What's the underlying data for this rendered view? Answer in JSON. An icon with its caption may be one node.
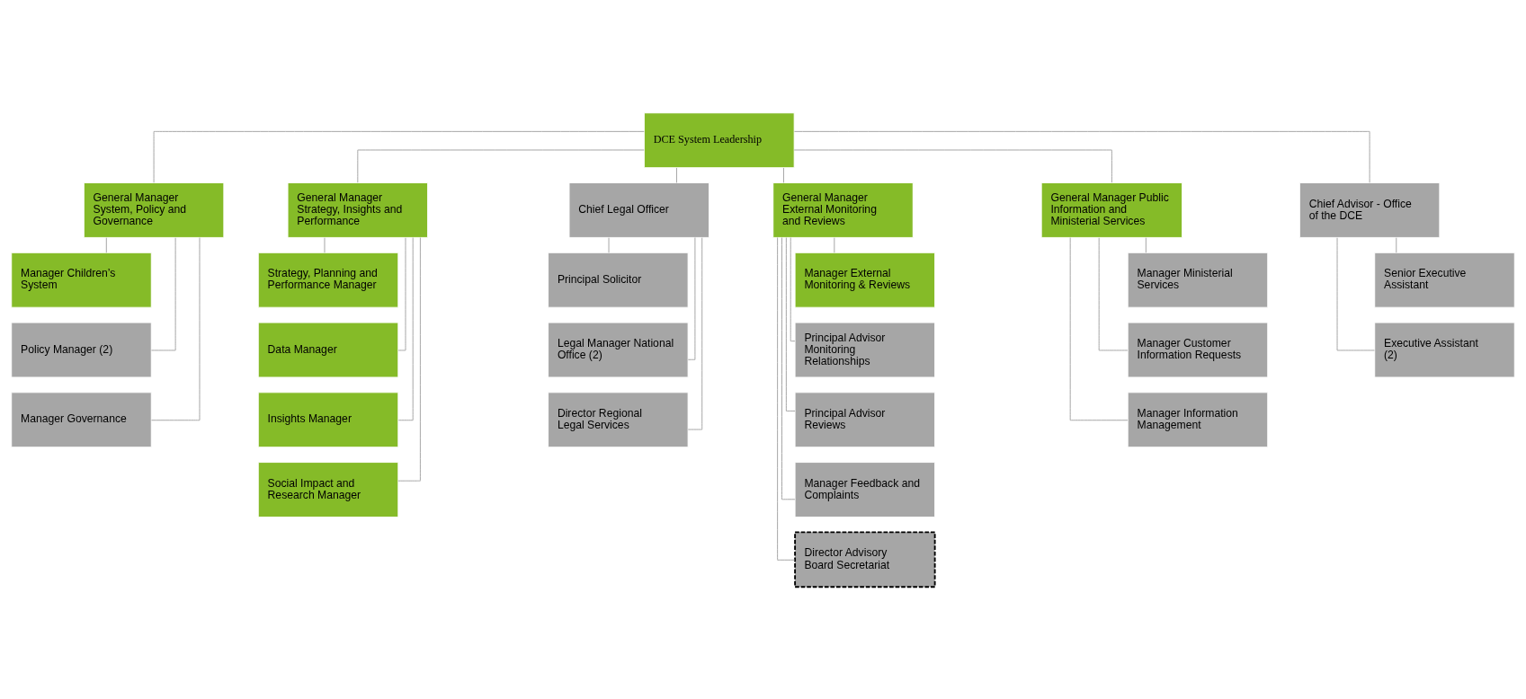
{
  "diagram": {
    "nodes": [
      {
        "text": [
          "DCE System Leadership"
        ]
      },
      {
        "text": [
          "General Manager System, Policy and Governance"
        ]
      },
      {
        "text": [
          "General Manager Strategy, Insights and Performance"
        ]
      },
      {
        "text": [
          "Chief Legal Officer"
        ]
      },
      {
        "text": [
          "General Manager External Monitoring and Reviews"
        ]
      },
      {
        "text": [
          "General Manager Public Information and Ministerial Services"
        ]
      },
      {
        "text": [
          "Chief Advisor - Office of the DCE"
        ]
      },
      {
        "text": [
          "Manager Children’s System"
        ]
      },
      {
        "text": [
          "Policy Manager (2)"
        ]
      },
      {
        "text": [
          "Manager Governance"
        ]
      },
      {
        "text": [
          "Strategy, Planning and Performance Manager"
        ]
      },
      {
        "text": [
          "Data Manager"
        ]
      },
      {
        "text": [
          "Insights Manager"
        ]
      },
      {
        "text": [
          "Social Impact and Research Manager"
        ]
      },
      {
        "text": [
          "Principal Solicitor"
        ]
      },
      {
        "text": [
          "Legal Manager National Office (2)"
        ]
      },
      {
        "text": [
          "Director Regional Legal Services"
        ]
      },
      {
        "text": [
          "Manager External Monitoring & Reviews"
        ]
      },
      {
        "text": [
          "Principal Advisor Monitoring Relationships"
        ]
      },
      {
        "text": [
          "Principal Advisor Reviews"
        ]
      },
      {
        "text": [
          "Manager Feedback and Complaints"
        ]
      },
      {
        "text": [
          "Director Advisory Board Secretariat"
        ]
      },
      {
        "text": [
          "Manager Ministerial Services"
        ]
      },
      {
        "text": [
          "Manager Customer Information Requests"
        ]
      },
      {
        "text": [
          "Manager Information Management"
        ]
      },
      {
        "text": [
          "Senior Executive Assistant"
        ]
      },
      {
        "text": [
          "Executive Assistant (2)"
        ]
      }
    ],
    "edges": [
      {
        "from": 0,
        "to": 1,
        "arrow": "none"
      },
      {
        "from": 0,
        "to": 2,
        "arrow": "none"
      },
      {
        "from": 0,
        "to": 3,
        "arrow": "none"
      },
      {
        "from": 0,
        "to": 4,
        "arrow": "none"
      },
      {
        "from": 0,
        "to": 5,
        "arrow": "none"
      },
      {
        "from": 0,
        "to": 6,
        "arrow": "none"
      },
      {
        "from": 1,
        "to": 7,
        "arrow": "none"
      },
      {
        "from": 1,
        "to": 8,
        "arrow": "none"
      },
      {
        "from": 1,
        "to": 9,
        "arrow": "none"
      },
      {
        "from": 2,
        "to": 10,
        "arrow": "none"
      },
      {
        "from": 2,
        "to": 11,
        "arrow": "none"
      },
      {
        "from": 2,
        "to": 12,
        "arrow": "none"
      },
      {
        "from": 2,
        "to": 13,
        "arrow": "none"
      },
      {
        "from": 3,
        "to": 14,
        "arrow": "none"
      },
      {
        "from": 3,
        "to": 15,
        "arrow": "none"
      },
      {
        "from": 3,
        "to": 16,
        "arrow": "none"
      },
      {
        "from": 4,
        "to": 17,
        "arrow": "none"
      },
      {
        "from": 4,
        "to": 18,
        "arrow": "none"
      },
      {
        "from": 4,
        "to": 19,
        "arrow": "none"
      },
      {
        "from": 4,
        "to": 20,
        "arrow": "none"
      },
      {
        "from": 4,
        "to": 21,
        "arrow": "none"
      },
      {
        "from": 5,
        "to": 22,
        "arrow": "none"
      },
      {
        "from": 5,
        "to": 23,
        "arrow": "none"
      },
      {
        "from": 5,
        "to": 24,
        "arrow": "none"
      },
      {
        "from": 6,
        "to": 25,
        "arrow": "none"
      },
      {
        "from": 6,
        "to": 26,
        "arrow": "none"
      }
    ]
  }
}
